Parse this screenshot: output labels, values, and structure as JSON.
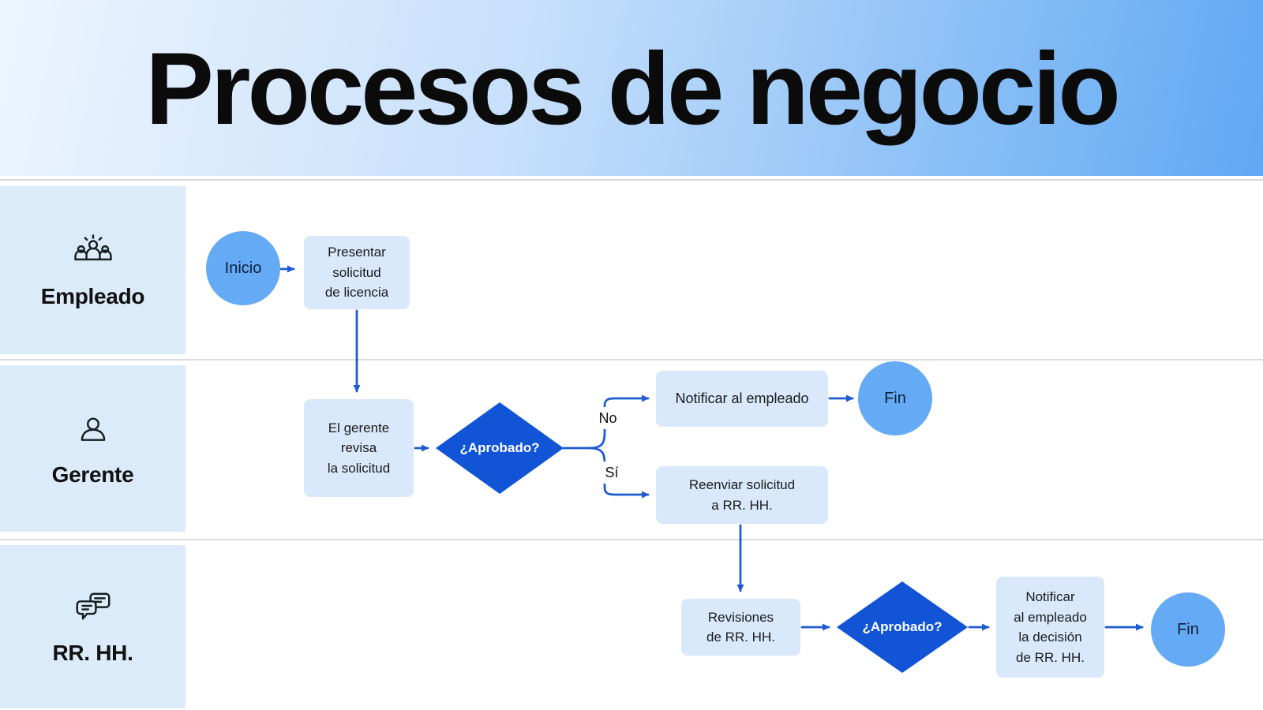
{
  "title": "Procesos de negocio",
  "lanes": [
    {
      "id": "empleado",
      "label": "Empleado",
      "icon": "team-icon"
    },
    {
      "id": "gerente",
      "label": "Gerente",
      "icon": "person-icon"
    },
    {
      "id": "rrhh",
      "label": "RR. HH.",
      "icon": "chat-bubbles-icon"
    }
  ],
  "nodes": {
    "inicio": {
      "type": "start",
      "label": "Inicio"
    },
    "presentar": {
      "type": "process",
      "label": "Presentar\nsolicitud\nde licencia"
    },
    "revisar": {
      "type": "process",
      "label": "El gerente\nrevisa\nla solicitud"
    },
    "aprobado_gerente": {
      "type": "decision",
      "label": "¿Aprobado?"
    },
    "notificar": {
      "type": "process",
      "label": "Notificar al empleado"
    },
    "fin_gerente": {
      "type": "end",
      "label": "Fin"
    },
    "reenviar": {
      "type": "process",
      "label": "Reenviar solicitud\na RR. HH."
    },
    "revisiones": {
      "type": "process",
      "label": "Revisiones\nde RR. HH."
    },
    "aprobado_rrhh": {
      "type": "decision",
      "label": "¿Aprobado?"
    },
    "notificar_decision": {
      "type": "process",
      "label": "Notificar\nal empleado\nla decisión\nde RR. HH."
    },
    "fin_rrhh": {
      "type": "end",
      "label": "Fin"
    }
  },
  "edge_labels": {
    "no": "No",
    "si": "Sí"
  },
  "colors": {
    "header_gradient_start": "#edf5fe",
    "header_gradient_end": "#5fa8f3",
    "lane_fill": "#dcebfa",
    "process_fill": "#d9e9fb",
    "terminal_fill": "#64aaf4",
    "decision_fill": "#1155d6",
    "connector": "#1e5bce",
    "divider": "#dbdbd9",
    "text": "#1a1a1a",
    "decision_text": "#ffffff"
  }
}
